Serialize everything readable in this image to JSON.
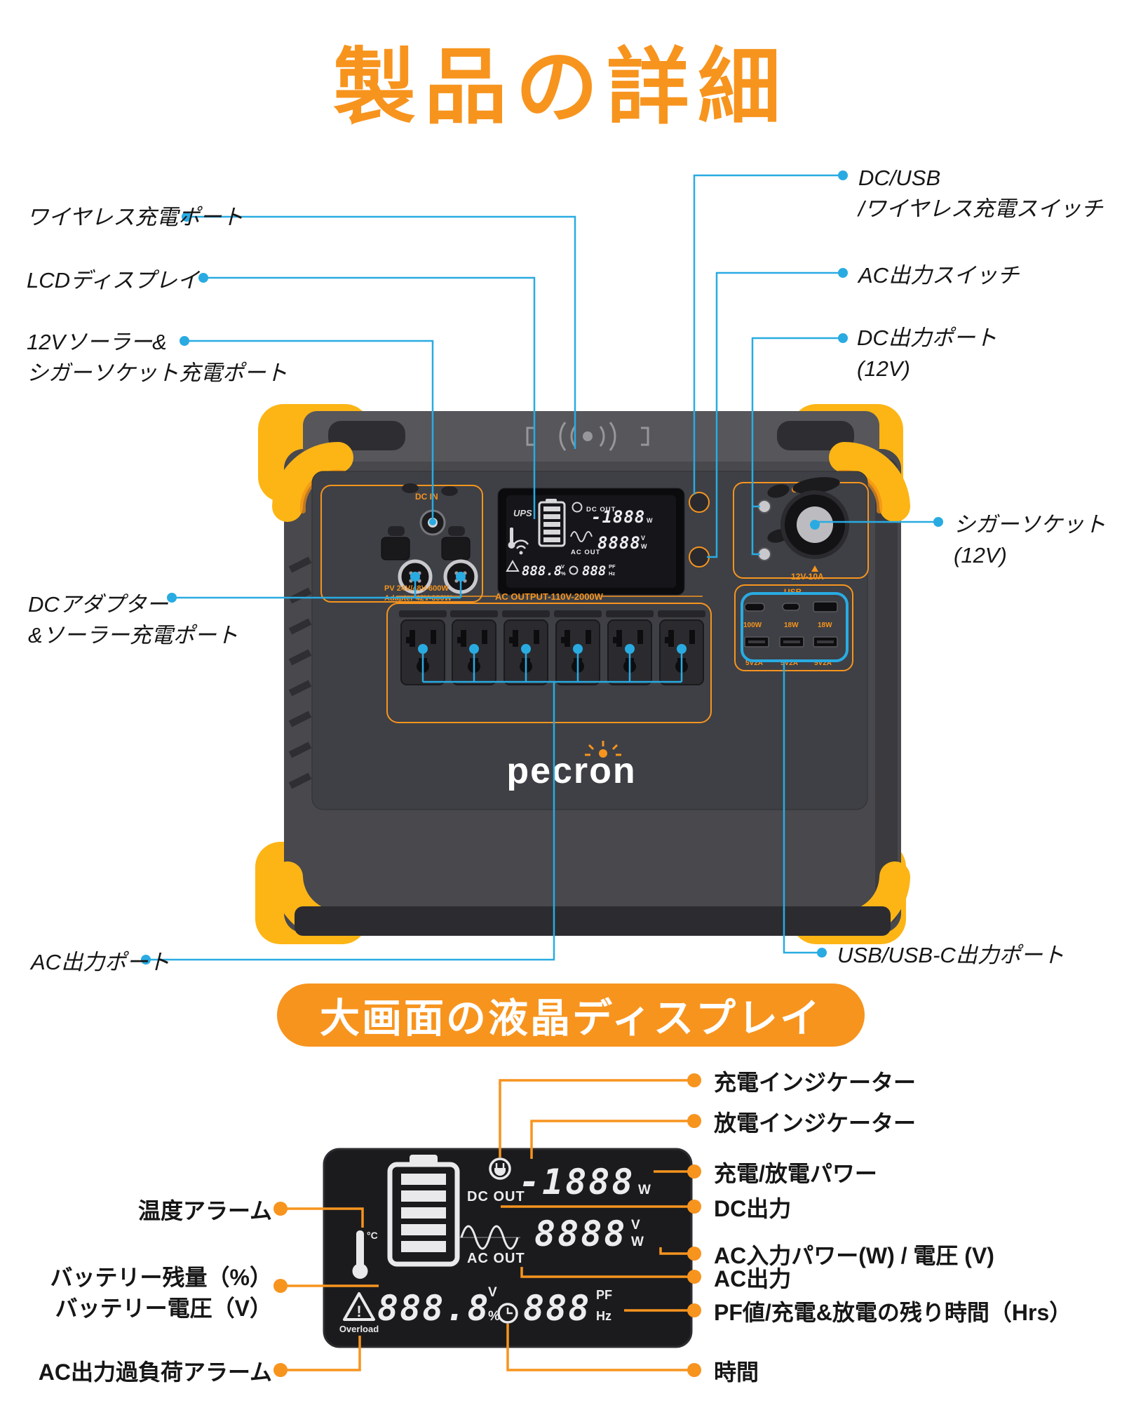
{
  "page": {
    "title": "製品の詳細"
  },
  "colors": {
    "accent_orange": "#f7941e",
    "bumper_yellow": "#fdb515",
    "callout_blue": "#29abe2",
    "body_gray": "#48484d"
  },
  "product_labels": {
    "wireless": "ワイヤレス充電ポート",
    "lcd": "LCDディスプレイ",
    "solar1": "12Vソーラー&",
    "solar2": "シガーソケット充電ポート",
    "dc_adapter1": "DCアダプター",
    "dc_adapter2": "&ソーラー充電ポート",
    "ac_out": "AC出力ポート",
    "dc_usb1": "DC/USB",
    "dc_usb2": "/ワイヤレス充電スイッチ",
    "ac_switch": "AC出力スイッチ",
    "dc_port1": "DC出力ポート",
    "dc_port2": "(12V)",
    "cig1": "シガーソケット",
    "cig2": "(12V)",
    "usb_out": "USB/USB-C出力ポート"
  },
  "panel_texts": {
    "brand": "pecron",
    "dc_in": "DC IN",
    "pv": "PV 24V/48V-600W",
    "adapter": "Adapter 42V-600W",
    "ac_row": "AC OUTPUT-110V-2000W",
    "dc_output": "DC OUTPUT",
    "dc_rating": "12V-10A",
    "usb": "USB",
    "usb_c_w1": "100W",
    "usb_c_w2": "18W",
    "usb_c_w3": "18W",
    "usb_a": "5V2A"
  },
  "lcd": {
    "ups": "UPS",
    "dc_out": "DC OUT",
    "ac_out": "AC OUT",
    "power": "-1888",
    "power_unit": "W",
    "ac_val": "8888",
    "ac_u1": "V",
    "ac_u2": "W",
    "batt_val": "888.8",
    "batt_u1": "V",
    "batt_u2": "%",
    "pf_val": "888",
    "pf_u1": "PF",
    "pf_u2": "Hz",
    "overload": "Overload",
    "temp": "°C"
  },
  "banner": {
    "text": "大画面の液晶ディスプレイ"
  },
  "lcd_labels": {
    "temp_alarm": "温度アラーム",
    "batt_pct": "バッテリー残量（%）",
    "batt_v": "バッテリー電圧（V）",
    "overload_alarm": "AC出力過負荷アラーム",
    "charge_ind": "充電インジケーター",
    "discharge_ind": "放電インジケーター",
    "charge_power": "充電/放電パワー",
    "dc_output": "DC出力",
    "ac_input": "AC入力パワー(W) / 電圧 (V)",
    "ac_output": "AC出力",
    "pf": "PF値/充電&放電の残り時間（Hrs）",
    "time": "時間"
  }
}
